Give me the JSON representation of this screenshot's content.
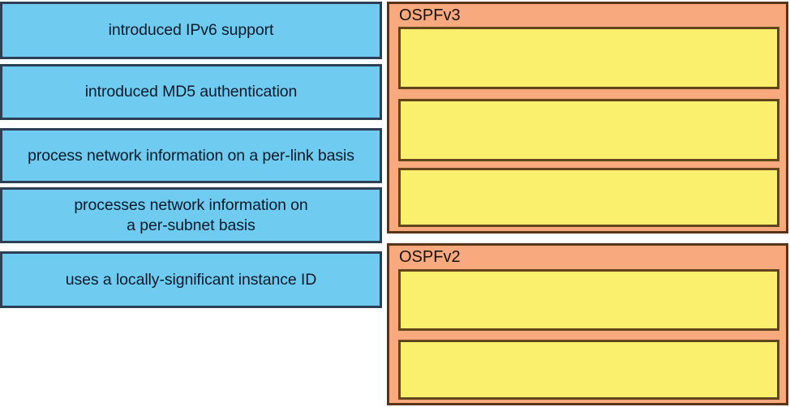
{
  "colors": {
    "source_fill": "#6FCBEF",
    "source_border": "#2C3F55",
    "panel_fill": "#F9A97E",
    "panel_border": "#5A3218",
    "slot_fill": "#FBEF6E",
    "slot_border": "#63451B",
    "page_background": "#FFFFFF",
    "text": "#0B1B2B"
  },
  "source_pool": {
    "name": "answer-choices",
    "tiles": [
      {
        "id": "tile-ipv6-support",
        "label": "introduced IPv6 support"
      },
      {
        "id": "tile-md5-auth",
        "label": "introduced MD5 authentication"
      },
      {
        "id": "tile-per-link-basis",
        "label": "process network information on a per-link basis"
      },
      {
        "id": "tile-per-subnet-basis",
        "label": "processes network information on\na per-subnet basis"
      },
      {
        "id": "tile-instance-id",
        "label": "uses a locally-significant instance ID"
      }
    ]
  },
  "target_panels": [
    {
      "id": "panel-ospfv3",
      "title": "OSPFv3",
      "slots": [
        {
          "id": "ospfv3-slot-1",
          "label": ""
        },
        {
          "id": "ospfv3-slot-2",
          "label": ""
        },
        {
          "id": "ospfv3-slot-3",
          "label": ""
        }
      ]
    },
    {
      "id": "panel-ospfv2",
      "title": "OSPFv2",
      "slots": [
        {
          "id": "ospfv2-slot-1",
          "label": ""
        },
        {
          "id": "ospfv2-slot-2",
          "label": ""
        }
      ]
    }
  ]
}
